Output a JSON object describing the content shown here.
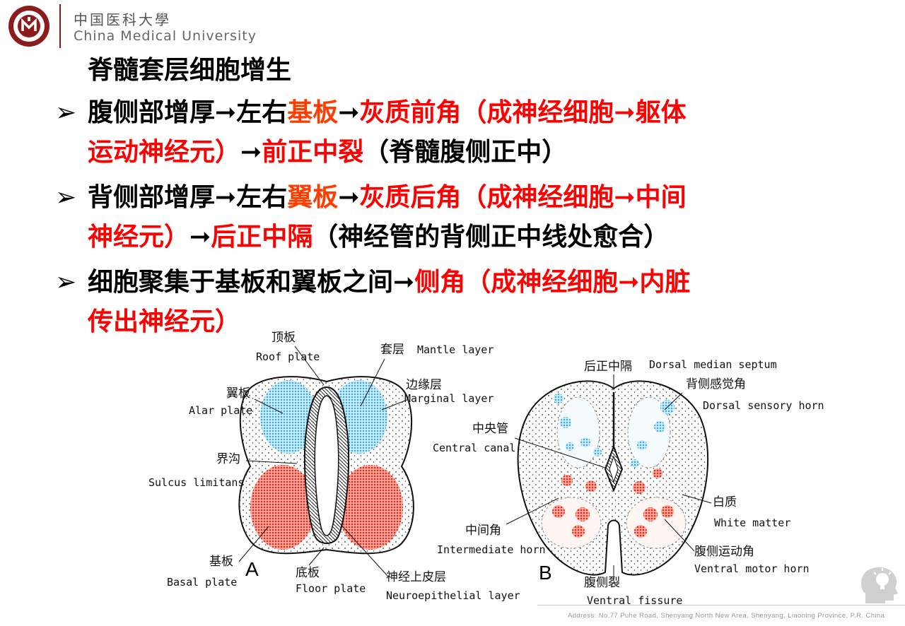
{
  "header": {
    "university_cn": "中国医科大學",
    "university_en": "China Medical University"
  },
  "slide": {
    "title": "脊髓套层细胞增生",
    "bullet_symbol": "➢",
    "arrow": "➞",
    "bullets": [
      {
        "line1": [
          {
            "t": "腹侧部增厚",
            "c": "black"
          },
          {
            "t": "➞",
            "c": "black"
          },
          {
            "t": "左右",
            "c": "black"
          },
          {
            "t": "基板",
            "c": "orange"
          },
          {
            "t": "➞",
            "c": "black"
          },
          {
            "t": "灰质前角（成神经细胞",
            "c": "red"
          },
          {
            "t": "➞",
            "c": "red"
          },
          {
            "t": "躯体",
            "c": "red"
          }
        ],
        "line2": [
          {
            "t": "运动神经元）",
            "c": "red"
          },
          {
            "t": "➞",
            "c": "black"
          },
          {
            "t": "前正中裂",
            "c": "red"
          },
          {
            "t": "（脊髓腹侧正中）",
            "c": "black"
          }
        ]
      },
      {
        "line1": [
          {
            "t": "背侧部增厚",
            "c": "black"
          },
          {
            "t": "➞",
            "c": "black"
          },
          {
            "t": "左右",
            "c": "black"
          },
          {
            "t": "翼板",
            "c": "orange"
          },
          {
            "t": "➞",
            "c": "black"
          },
          {
            "t": "灰质后角（成神经细胞",
            "c": "red"
          },
          {
            "t": "➞",
            "c": "red"
          },
          {
            "t": "中间",
            "c": "red"
          }
        ],
        "line2": [
          {
            "t": "神经元）",
            "c": "red"
          },
          {
            "t": "➞",
            "c": "black"
          },
          {
            "t": "后正中隔",
            "c": "red"
          },
          {
            "t": "（神经管的背侧正中线处愈合）",
            "c": "black"
          }
        ]
      },
      {
        "line1": [
          {
            "t": "细胞聚集于基板和翼板之间",
            "c": "black"
          },
          {
            "t": "➞",
            "c": "black"
          },
          {
            "t": "侧角（成神经细胞",
            "c": "red"
          },
          {
            "t": "➞",
            "c": "red"
          },
          {
            "t": "内脏",
            "c": "red"
          }
        ],
        "line2": [
          {
            "t": "传出神经元）",
            "c": "red"
          }
        ]
      }
    ]
  },
  "figure": {
    "panel_a_letter": "A",
    "panel_b_letter": "B",
    "a_labels": {
      "roof_cn": "顶板",
      "roof_en": "Roof plate",
      "mantle_cn": "套层",
      "mantle_en": "Mantle layer",
      "marginal_cn": "边缘层",
      "marginal_en": "Marginal layer",
      "alar_cn": "翼板",
      "alar_en": "Alar plate",
      "sulcus_cn": "界沟",
      "sulcus_en": "Sulcus limitans",
      "basal_cn": "基板",
      "basal_en": "Basal plate",
      "floor_cn": "底板",
      "floor_en": "Floor plate",
      "neuro_cn": "神经上皮层",
      "neuro_en": "Neuroepithelial layer"
    },
    "b_labels": {
      "dms_cn": "后正中隔",
      "dms_en": "Dorsal median septum",
      "dsh_cn": "背侧感觉角",
      "dsh_en": "Dorsal sensory horn",
      "cc_cn": "中央管",
      "cc_en": "Central canal",
      "wm_cn": "白质",
      "wm_en": "White matter",
      "ih_cn": "中间角",
      "ih_en": "Intermediate horn",
      "vmh_cn": "腹侧运动角",
      "vmh_en": "Ventral motor horn",
      "vf_cn": "腹侧裂",
      "vf_en": "Ventral fissure"
    },
    "colors": {
      "alar": "#5bb8e6",
      "basal": "#ee3322",
      "outline": "#222222"
    }
  },
  "footer": {
    "address": "Address: No.77 Puhe Road, Shenyang North New Area, Shenyang, Liaoning Province, P.R. China"
  }
}
